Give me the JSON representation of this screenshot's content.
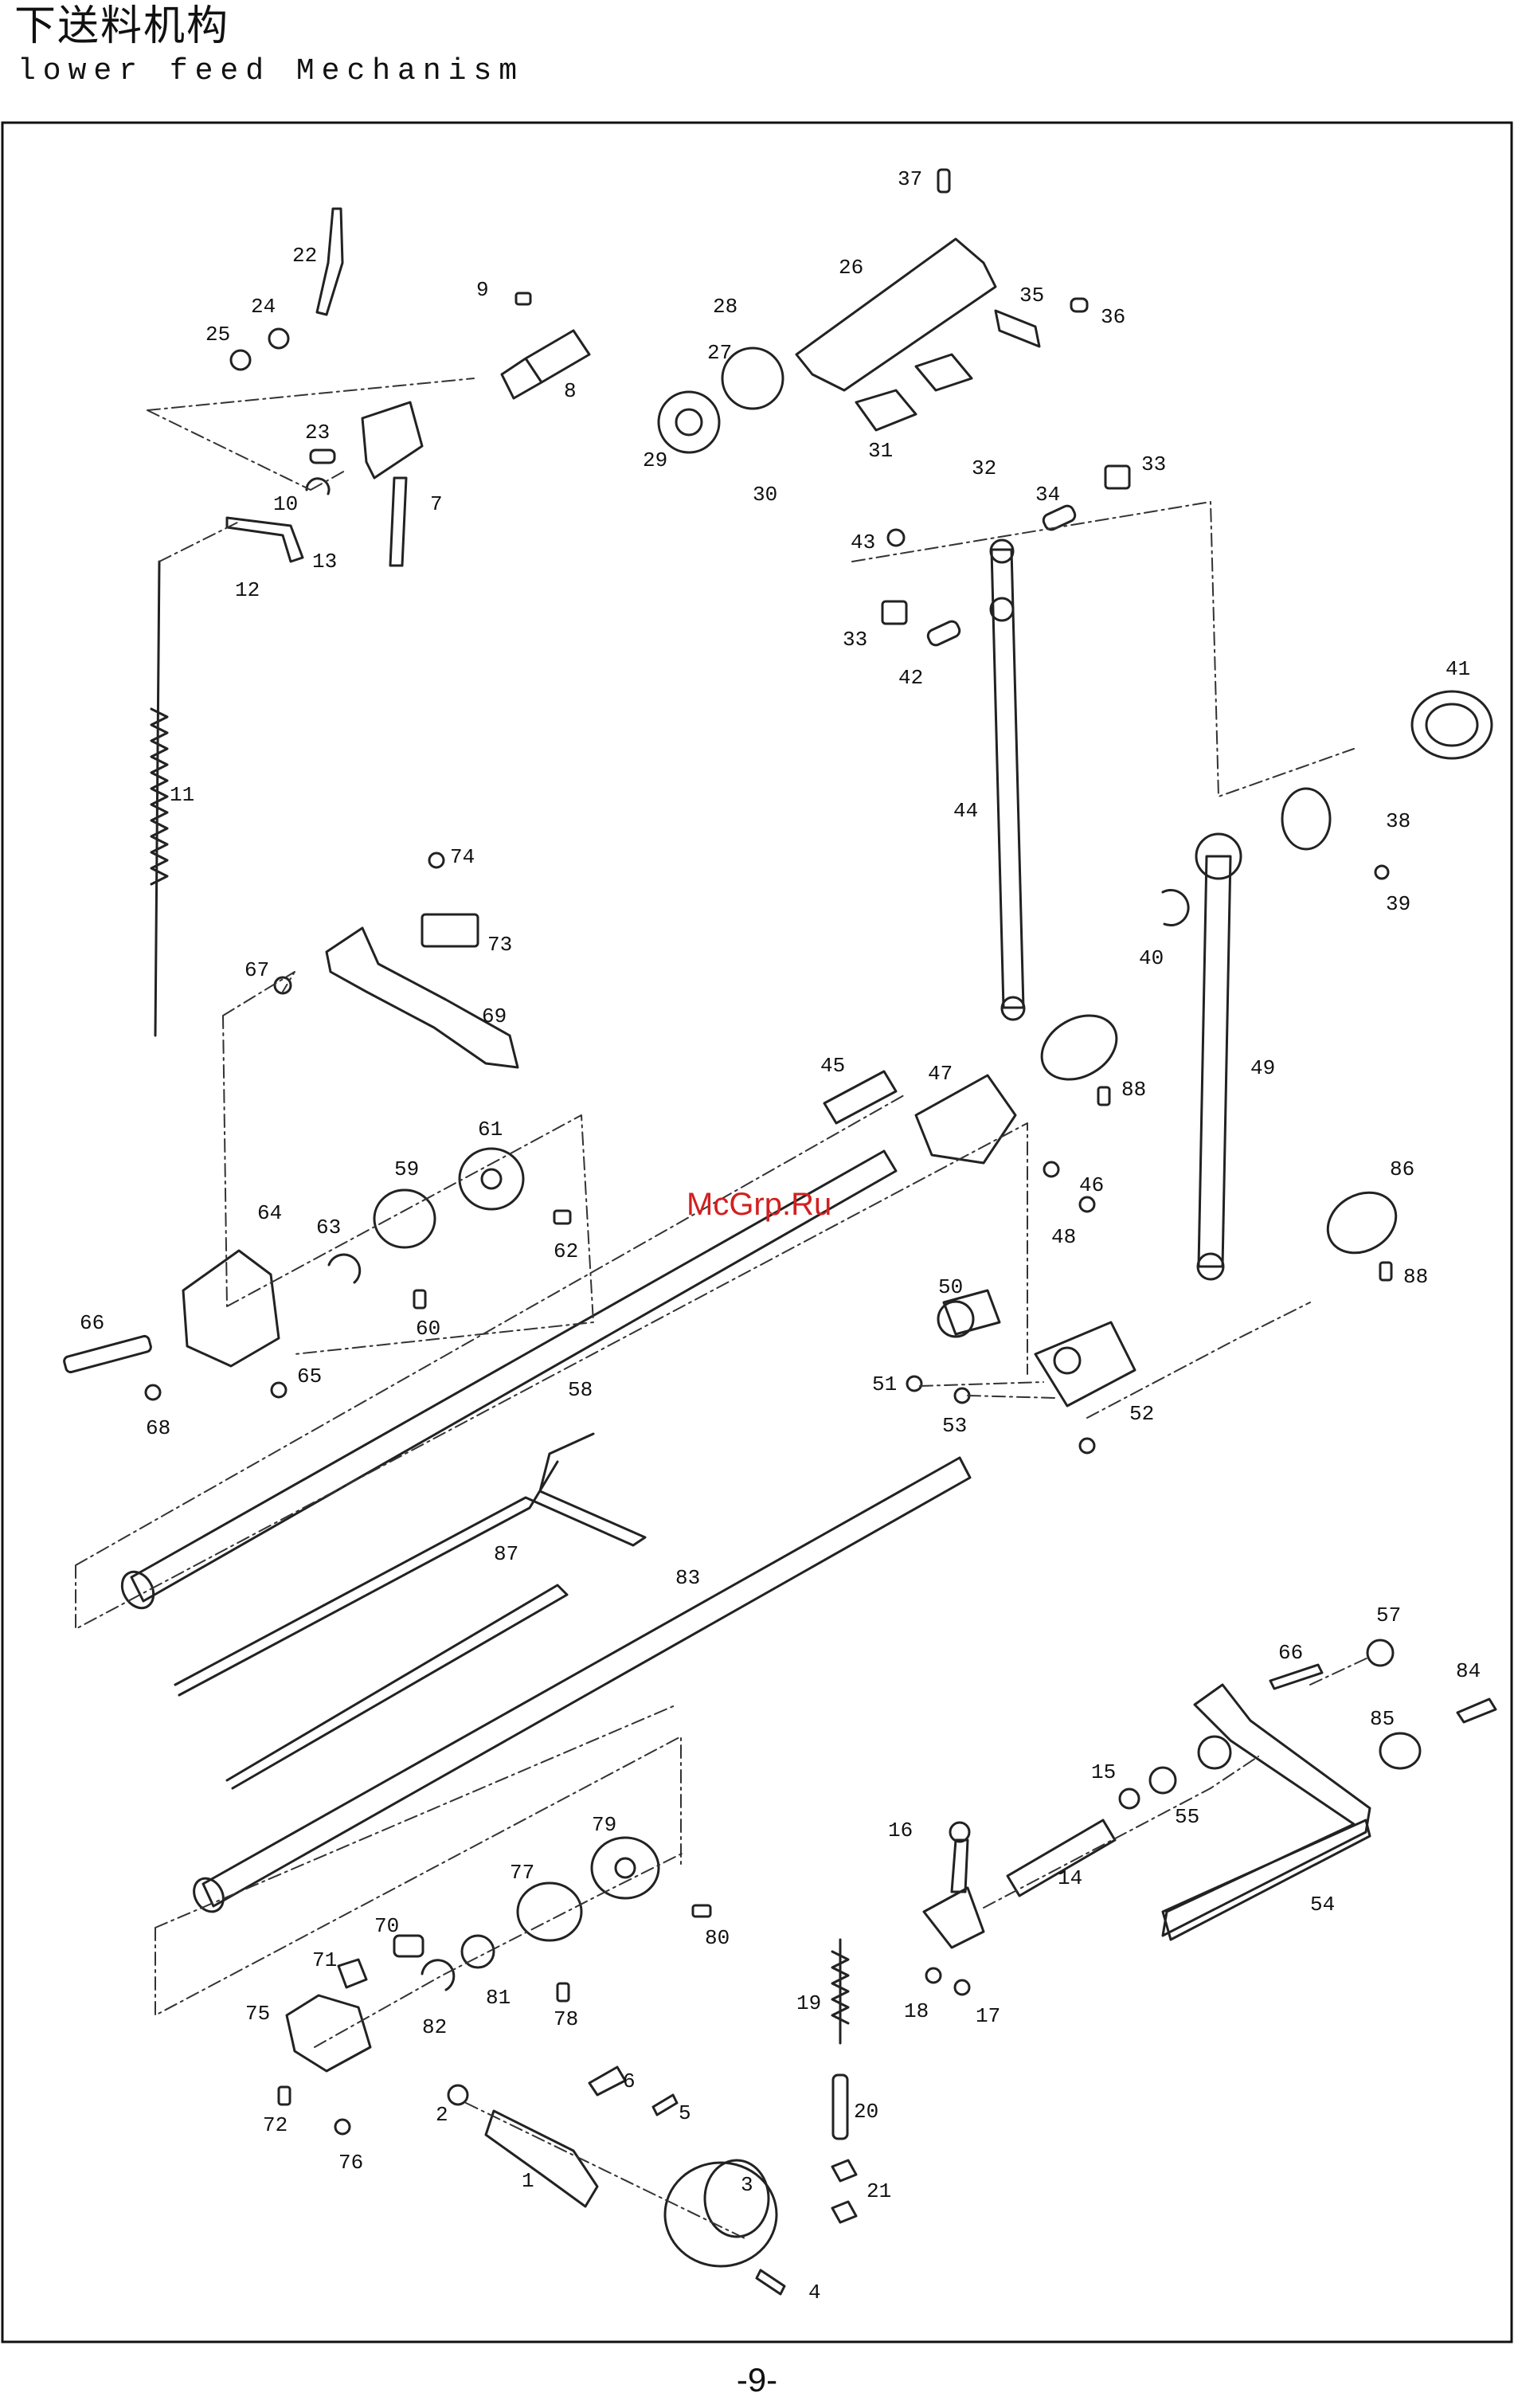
{
  "header": {
    "title": "下送料机构",
    "subtitle": "lower feed Mechanism"
  },
  "watermark": "McGrp.Ru",
  "page_number": "-9-",
  "parts": [
    {
      "no": "1"
    },
    {
      "no": "2"
    },
    {
      "no": "3"
    },
    {
      "no": "4"
    },
    {
      "no": "5"
    },
    {
      "no": "6"
    },
    {
      "no": "7"
    },
    {
      "no": "8"
    },
    {
      "no": "9"
    },
    {
      "no": "10"
    },
    {
      "no": "11"
    },
    {
      "no": "12"
    },
    {
      "no": "13"
    },
    {
      "no": "14"
    },
    {
      "no": "15"
    },
    {
      "no": "16"
    },
    {
      "no": "17"
    },
    {
      "no": "18"
    },
    {
      "no": "19"
    },
    {
      "no": "20"
    },
    {
      "no": "21"
    },
    {
      "no": "22"
    },
    {
      "no": "23"
    },
    {
      "no": "24"
    },
    {
      "no": "25"
    },
    {
      "no": "26"
    },
    {
      "no": "27"
    },
    {
      "no": "28"
    },
    {
      "no": "29"
    },
    {
      "no": "30"
    },
    {
      "no": "31"
    },
    {
      "no": "32"
    },
    {
      "no": "33"
    },
    {
      "no": "33"
    },
    {
      "no": "34"
    },
    {
      "no": "35"
    },
    {
      "no": "36"
    },
    {
      "no": "37"
    },
    {
      "no": "38"
    },
    {
      "no": "39"
    },
    {
      "no": "40"
    },
    {
      "no": "41"
    },
    {
      "no": "42"
    },
    {
      "no": "43"
    },
    {
      "no": "44"
    },
    {
      "no": "45"
    },
    {
      "no": "46"
    },
    {
      "no": "47"
    },
    {
      "no": "48"
    },
    {
      "no": "49"
    },
    {
      "no": "50"
    },
    {
      "no": "51"
    },
    {
      "no": "52"
    },
    {
      "no": "53"
    },
    {
      "no": "54"
    },
    {
      "no": "55"
    },
    {
      "no": "57"
    },
    {
      "no": "58"
    },
    {
      "no": "59"
    },
    {
      "no": "60"
    },
    {
      "no": "61"
    },
    {
      "no": "62"
    },
    {
      "no": "63"
    },
    {
      "no": "64"
    },
    {
      "no": "65"
    },
    {
      "no": "66"
    },
    {
      "no": "66"
    },
    {
      "no": "67"
    },
    {
      "no": "68"
    },
    {
      "no": "69"
    },
    {
      "no": "70"
    },
    {
      "no": "71"
    },
    {
      "no": "72"
    },
    {
      "no": "73"
    },
    {
      "no": "74"
    },
    {
      "no": "75"
    },
    {
      "no": "76"
    },
    {
      "no": "77"
    },
    {
      "no": "78"
    },
    {
      "no": "79"
    },
    {
      "no": "80"
    },
    {
      "no": "81"
    },
    {
      "no": "82"
    },
    {
      "no": "83"
    },
    {
      "no": "84"
    },
    {
      "no": "85"
    },
    {
      "no": "86"
    },
    {
      "no": "87"
    },
    {
      "no": "88"
    },
    {
      "no": "88"
    }
  ]
}
